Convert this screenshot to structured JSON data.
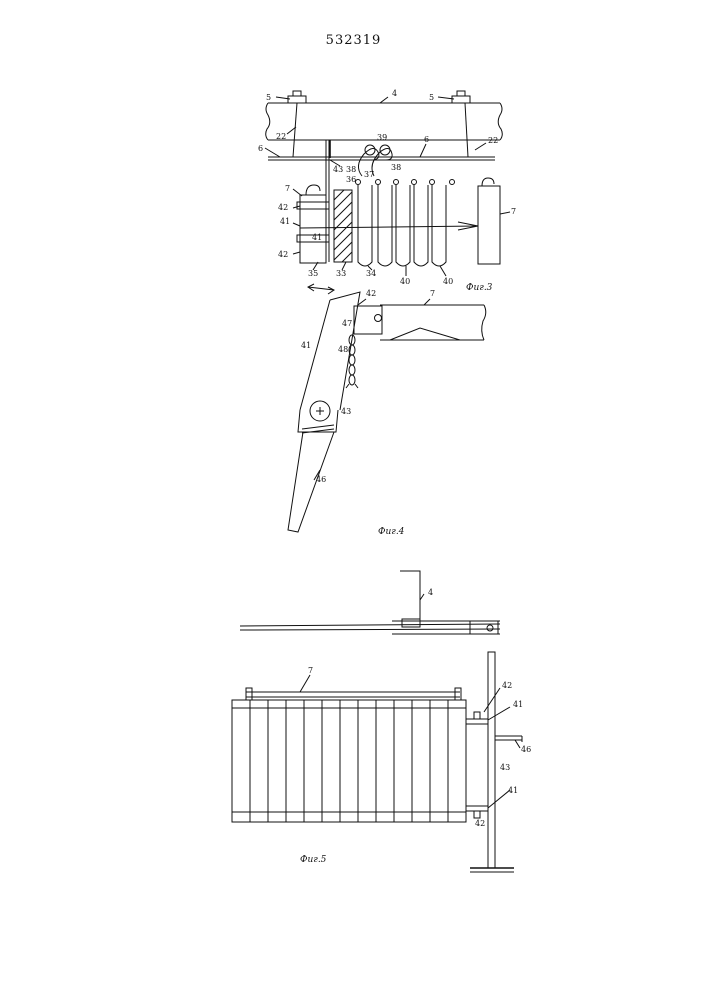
{
  "document": {
    "patent_number": "532319"
  },
  "fig3": {
    "caption": "Фиг.3",
    "labels": {
      "l5a": "5",
      "l4": "4",
      "l5b": "5",
      "l22a": "22",
      "l22b": "22",
      "l6a": "6",
      "l6b": "6",
      "l39": "39",
      "l43": "43",
      "l38a": "38",
      "l38b": "38",
      "l37": "37",
      "l36": "36",
      "l7a": "7",
      "l42a": "42",
      "l41a": "41",
      "l41b": "41",
      "l42b": "42",
      "l35": "35",
      "l33": "33",
      "l34": "34",
      "l40a": "40",
      "l40b": "40",
      "l7b": "7"
    }
  },
  "fig4": {
    "caption": "Фиг.4",
    "labels": {
      "l42": "42",
      "l7": "7",
      "l47": "47",
      "l48": "48",
      "l41": "41",
      "l43": "43",
      "l46": "46"
    }
  },
  "fig5": {
    "caption": "Фиг.5",
    "labels": {
      "l4": "4",
      "l7": "7",
      "l42a": "42",
      "l41a": "41",
      "l46": "46",
      "l43": "43",
      "l41b": "41",
      "l42b": "42"
    }
  }
}
